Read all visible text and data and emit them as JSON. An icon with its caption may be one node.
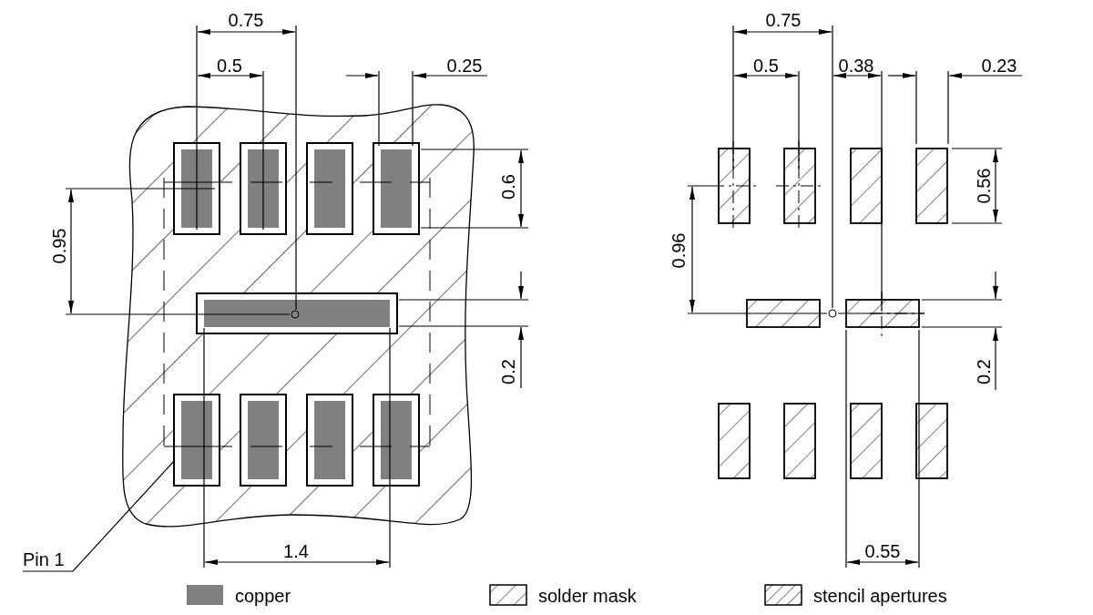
{
  "diagram": {
    "nodes": [
      {
        "text": [
          "Pin 1"
        ]
      },
      {
        "text": [],
        "shape": "box"
      }
    ],
    "edges": [
      {
        "from": 0,
        "to": 1,
        "arrow": "none"
      }
    ],
    "labels": [
      "0.75",
      "0.75",
      "0.5",
      "0.25",
      "0.5",
      "0.38",
      "0.23",
      "0.6",
      "0.56",
      "0.95",
      "0.96",
      "0.2",
      "0.2",
      "1.4",
      "0.55"
    ],
    "legend": [
      {
        "text": "copper",
        "color": "#808080"
      },
      {
        "text": "solder mask"
      },
      {
        "text": "stencil apertures"
      }
    ]
  }
}
